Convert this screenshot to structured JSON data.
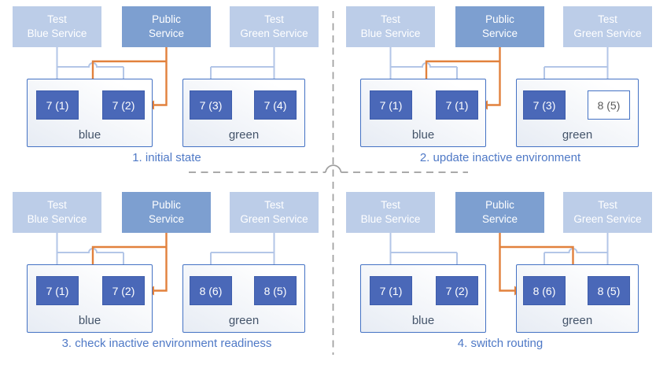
{
  "colors": {
    "service_light": "#bccde8",
    "service_public": "#7d9fd0",
    "service_text": "#ffffff",
    "pod_fill": "#4a68b8",
    "pod_border": "#3e5dab",
    "pod_text": "#ffffff",
    "pod_outline_bg": "#ffffff",
    "pod_outline_text": "#595959",
    "env_border": "#4472c4",
    "env_fill_light": "#e7ecf4",
    "env_label": "#44546a",
    "connector_blue": "#b3c6e7",
    "connector_orange": "#e2813c",
    "caption": "#4f79c6",
    "divider": "#9e9e9e"
  },
  "quadrants": [
    {
      "step": "1",
      "caption": "1. initial state",
      "services": [
        {
          "label": "Test\nBlue Service"
        },
        {
          "label": "Public\nService"
        },
        {
          "label": "Test\nGreen Service"
        }
      ],
      "environments": [
        {
          "label": "blue",
          "public_traffic": true,
          "pods": [
            {
              "text": "7 (1)",
              "style": "filled"
            },
            {
              "text": "7 (2)",
              "style": "filled"
            }
          ]
        },
        {
          "label": "green",
          "public_traffic": false,
          "pods": [
            {
              "text": "7 (3)",
              "style": "filled"
            },
            {
              "text": "7 (4)",
              "style": "filled"
            }
          ]
        }
      ]
    },
    {
      "step": "2",
      "caption": "2. update inactive environment",
      "services": [
        {
          "label": "Test\nBlue Service"
        },
        {
          "label": "Public\nService"
        },
        {
          "label": "Test\nGreen Service"
        }
      ],
      "environments": [
        {
          "label": "blue",
          "public_traffic": true,
          "pods": [
            {
              "text": "7 (1)",
              "style": "filled"
            },
            {
              "text": "7 (1)",
              "style": "filled"
            }
          ]
        },
        {
          "label": "green",
          "public_traffic": false,
          "pods": [
            {
              "text": "7 (3)",
              "style": "filled"
            },
            {
              "text": "8 (5)",
              "style": "outline"
            }
          ]
        }
      ]
    },
    {
      "step": "3",
      "caption": "3. check inactive environment readiness",
      "services": [
        {
          "label": "Test\nBlue Service"
        },
        {
          "label": "Public\nService"
        },
        {
          "label": "Test\nGreen Service"
        }
      ],
      "environments": [
        {
          "label": "blue",
          "public_traffic": true,
          "pods": [
            {
              "text": "7 (1)",
              "style": "filled"
            },
            {
              "text": "7 (2)",
              "style": "filled"
            }
          ]
        },
        {
          "label": "green",
          "public_traffic": false,
          "pods": [
            {
              "text": "8 (6)",
              "style": "filled"
            },
            {
              "text": "8 (5)",
              "style": "filled"
            }
          ]
        }
      ]
    },
    {
      "step": "4",
      "caption": "4. switch routing",
      "services": [
        {
          "label": "Test\nBlue Service"
        },
        {
          "label": "Public\nService"
        },
        {
          "label": "Test\nGreen Service"
        }
      ],
      "environments": [
        {
          "label": "blue",
          "public_traffic": false,
          "pods": [
            {
              "text": "7 (1)",
              "style": "filled"
            },
            {
              "text": "7 (2)",
              "style": "filled"
            }
          ]
        },
        {
          "label": "green",
          "public_traffic": true,
          "pods": [
            {
              "text": "8 (6)",
              "style": "filled"
            },
            {
              "text": "8 (5)",
              "style": "filled"
            }
          ]
        }
      ]
    }
  ]
}
